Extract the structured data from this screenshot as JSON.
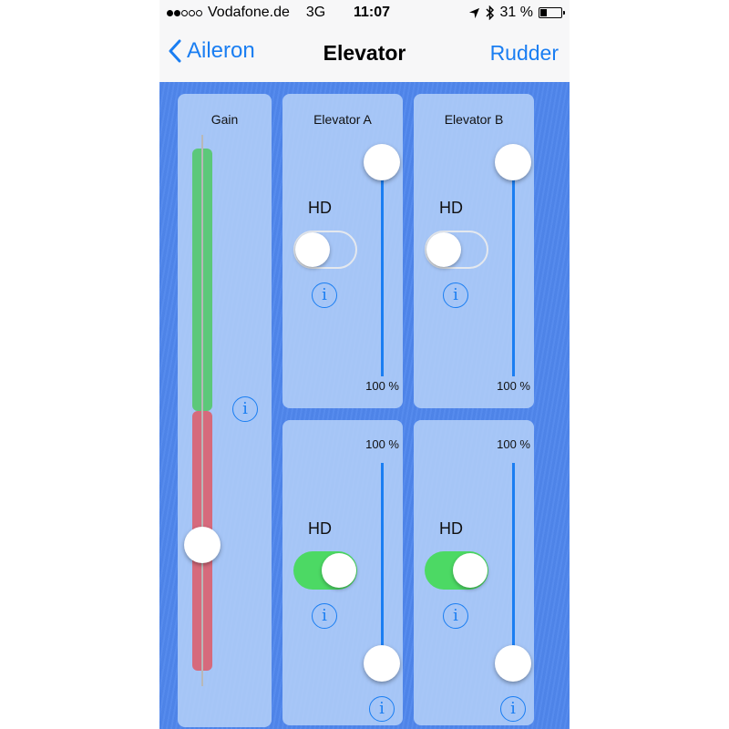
{
  "status_bar": {
    "signal_dots_filled": 2,
    "signal_dots_total": 5,
    "carrier": "Vodafone.de",
    "network": "3G",
    "time": "11:07",
    "location_icon": "location-arrow-icon",
    "bluetooth_icon": "bluetooth-icon",
    "battery_percent": "31 %",
    "battery_level": 31
  },
  "navbar": {
    "back_label": "Aileron",
    "title": "Elevator",
    "right_label": "Rudder"
  },
  "colors": {
    "accent": "#1a7ef2",
    "background": "#4f86ec",
    "toggle_on": "#4cd964",
    "gain_positive": "#5cc87a",
    "gain_negative": "#d66a7c"
  },
  "gain_panel": {
    "title": "Gain",
    "info_icon": "i",
    "slider_position": "negative-lower"
  },
  "elevator_a": {
    "title": "Elevator A",
    "hd_label": "HD",
    "hd_enabled": false,
    "info_icon": "i",
    "value": "100 %"
  },
  "elevator_b": {
    "title": "Elevator B",
    "hd_label": "HD",
    "hd_enabled": false,
    "info_icon": "i",
    "value": "100 %"
  },
  "elevator_a_lower": {
    "hd_label": "HD",
    "hd_enabled": true,
    "info_icon": "i",
    "info_icon_bottom": "i",
    "value": "100 %"
  },
  "elevator_b_lower": {
    "hd_label": "HD",
    "hd_enabled": true,
    "info_icon": "i",
    "info_icon_bottom": "i",
    "value": "100 %"
  }
}
